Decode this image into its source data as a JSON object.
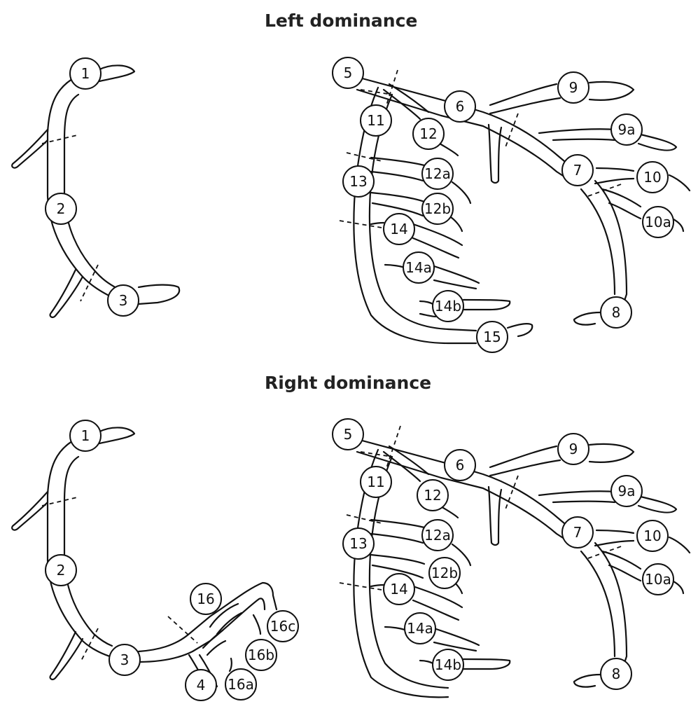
{
  "headings": {
    "left_dominance": "Left dominance",
    "right_dominance": "Right dominance"
  },
  "segments": {
    "s1": "1",
    "s2": "2",
    "s3": "3",
    "s4": "4",
    "s5": "5",
    "s6": "6",
    "s7": "7",
    "s8": "8",
    "s9": "9",
    "s9a": "9a",
    "s10": "10",
    "s10a": "10a",
    "s11": "11",
    "s12": "12",
    "s12a": "12a",
    "s12b": "12b",
    "s13": "13",
    "s14": "14",
    "s14a": "14a",
    "s14b": "14b",
    "s15": "15",
    "s16": "16",
    "s16a": "16a",
    "s16b": "16b",
    "s16c": "16c"
  }
}
